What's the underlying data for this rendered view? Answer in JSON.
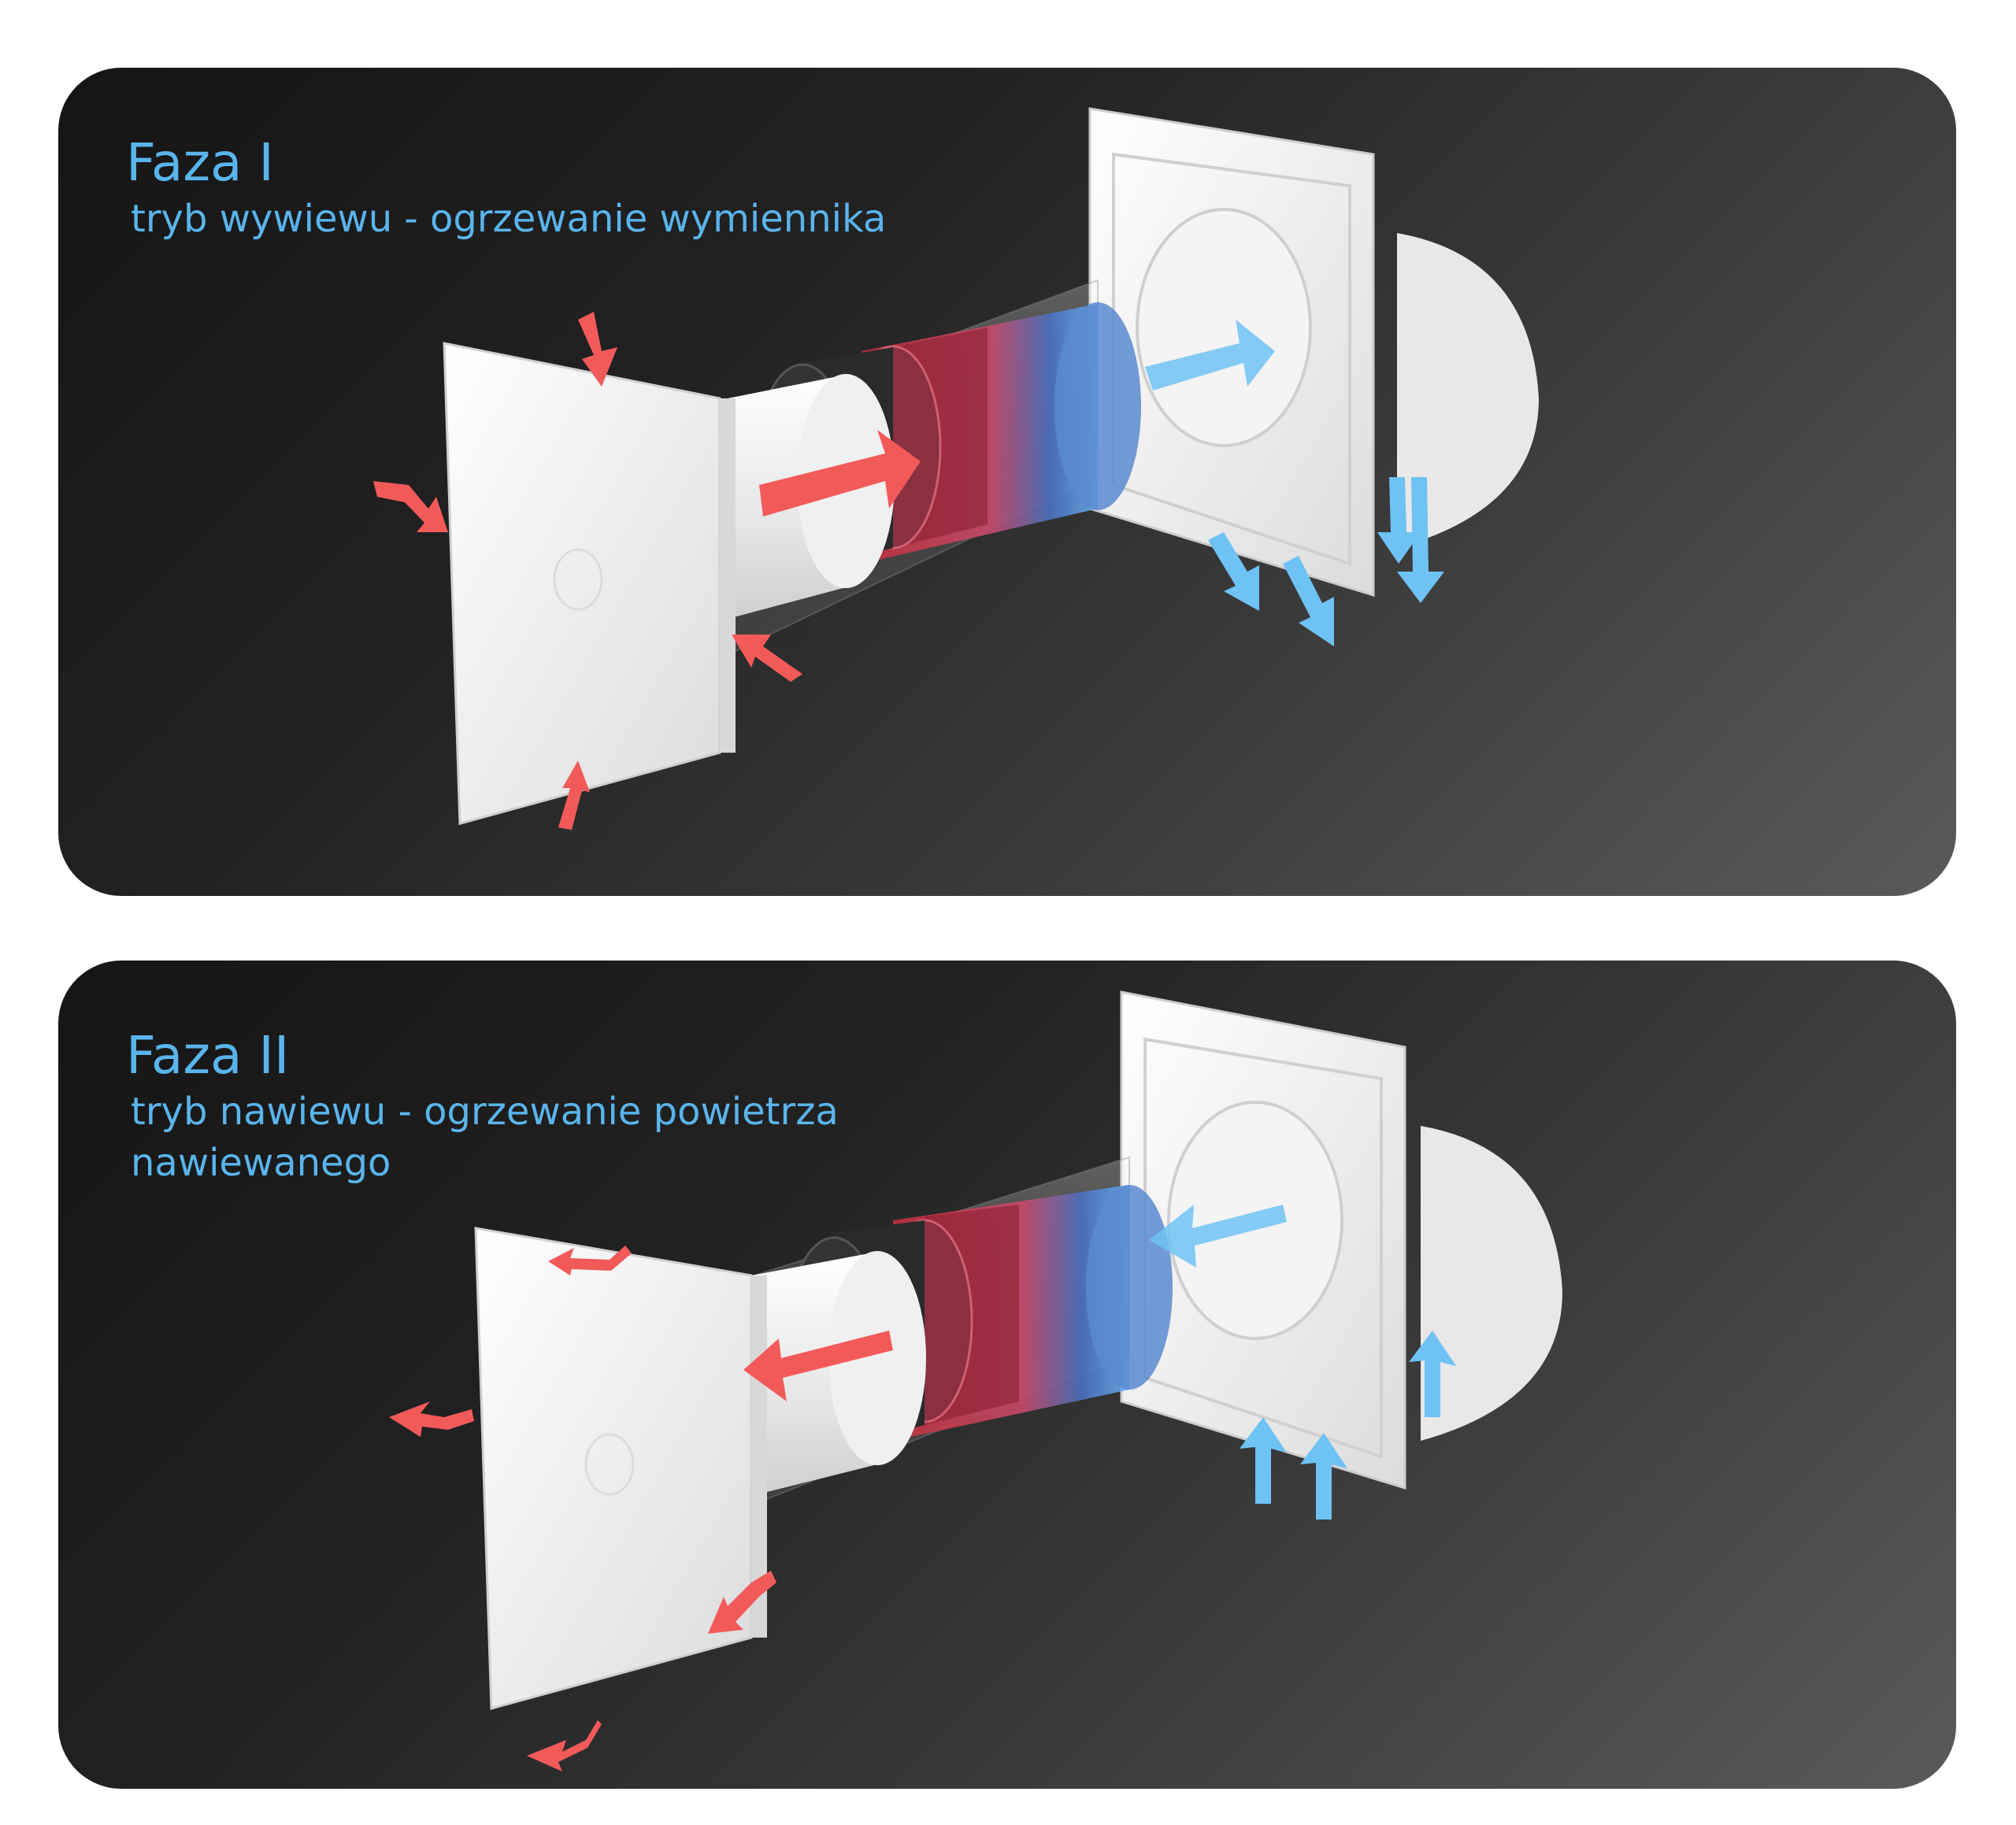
{
  "phases": [
    {
      "title": "Faza I",
      "subtitle_line1": "tryb wywiewu - ogrzewanie wymiennika",
      "subtitle_line2": ""
    },
    {
      "title": "Faza II",
      "subtitle_line1": "tryb nawiewu - ogrzewanie powietrza",
      "subtitle_line2": "nawiewanego"
    }
  ],
  "colors": {
    "warm_arrow": "#f25a5a",
    "cool_arrow": "#6ec2f4",
    "label": "#5ab4ec"
  },
  "icons": [
    "indoor-grille-icon",
    "ventilation-duct-icon",
    "heat-exchanger-icon",
    "outdoor-hood-icon",
    "warm-airflow-arrow-icon",
    "cool-airflow-arrow-icon"
  ]
}
